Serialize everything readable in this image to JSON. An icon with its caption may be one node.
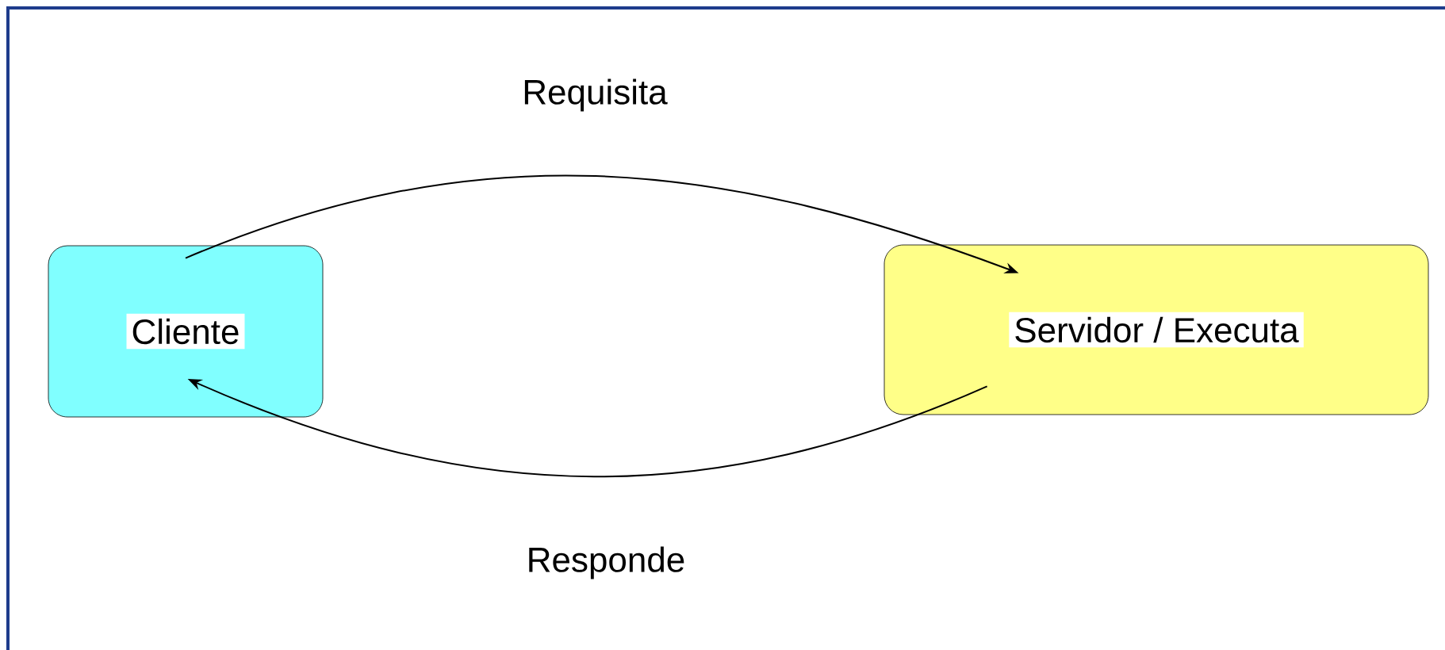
{
  "diagram": {
    "nodes": [
      {
        "text": [
          "Cliente"
        ]
      },
      {
        "text": [
          "Servidor / Executa"
        ]
      }
    ],
    "edges": [
      {
        "from": 0,
        "to": 1,
        "arrow": "to",
        "label": "Requisita"
      },
      {
        "from": 1,
        "to": 0,
        "arrow": "to",
        "label": "Responde"
      }
    ]
  }
}
